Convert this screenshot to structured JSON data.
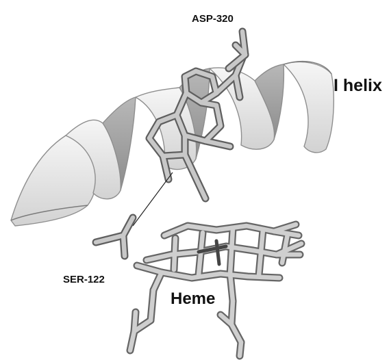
{
  "labels": {
    "residue_top": "ASP-320",
    "helix": "I helix",
    "residue_bottom": "SER-122",
    "cofactor": "Heme"
  },
  "colors": {
    "ribbon_light": "#ededed",
    "ribbon_mid": "#d6d6d6",
    "ribbon_dark": "#9a9a9a",
    "stick": "#c8c8c8",
    "stick_dark": "#6e6e6e"
  }
}
